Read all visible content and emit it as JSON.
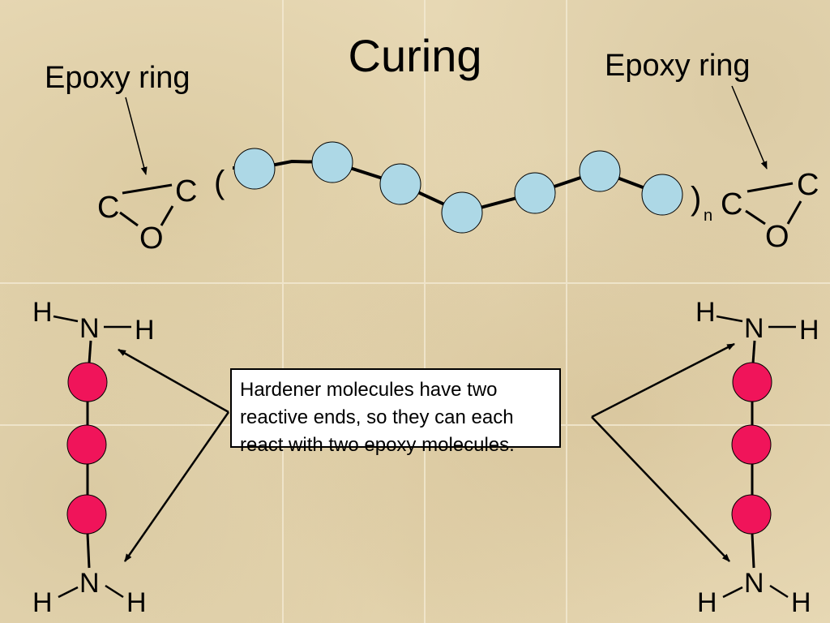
{
  "title": "Curing",
  "labels": {
    "epoxy_left": "Epoxy ring",
    "epoxy_right": "Epoxy ring"
  },
  "epoxy_chain": {
    "left_ring": {
      "c1": "C",
      "c2": "C",
      "o": "O"
    },
    "right_ring": {
      "c1": "C",
      "c2": "C",
      "o": "O"
    },
    "open_paren": "(",
    "close_paren": ")",
    "subscript": "n",
    "bead_color": "#add8e6"
  },
  "hardener_left": {
    "top": {
      "h1": "H",
      "n": "N",
      "h2": "H"
    },
    "bottom": {
      "h1": "H",
      "n": "N",
      "h2": "H"
    },
    "bead_color": "#f0145a"
  },
  "hardener_right": {
    "top": {
      "h1": "H",
      "n": "N",
      "h2": "H"
    },
    "bottom": {
      "h1": "H",
      "n": "N",
      "h2": "H"
    },
    "bead_color": "#f0145a"
  },
  "note": {
    "line1": "Hardener molecules have two",
    "line2": "reactive ends, so they can each",
    "line3": "react with two epoxy molecules."
  }
}
